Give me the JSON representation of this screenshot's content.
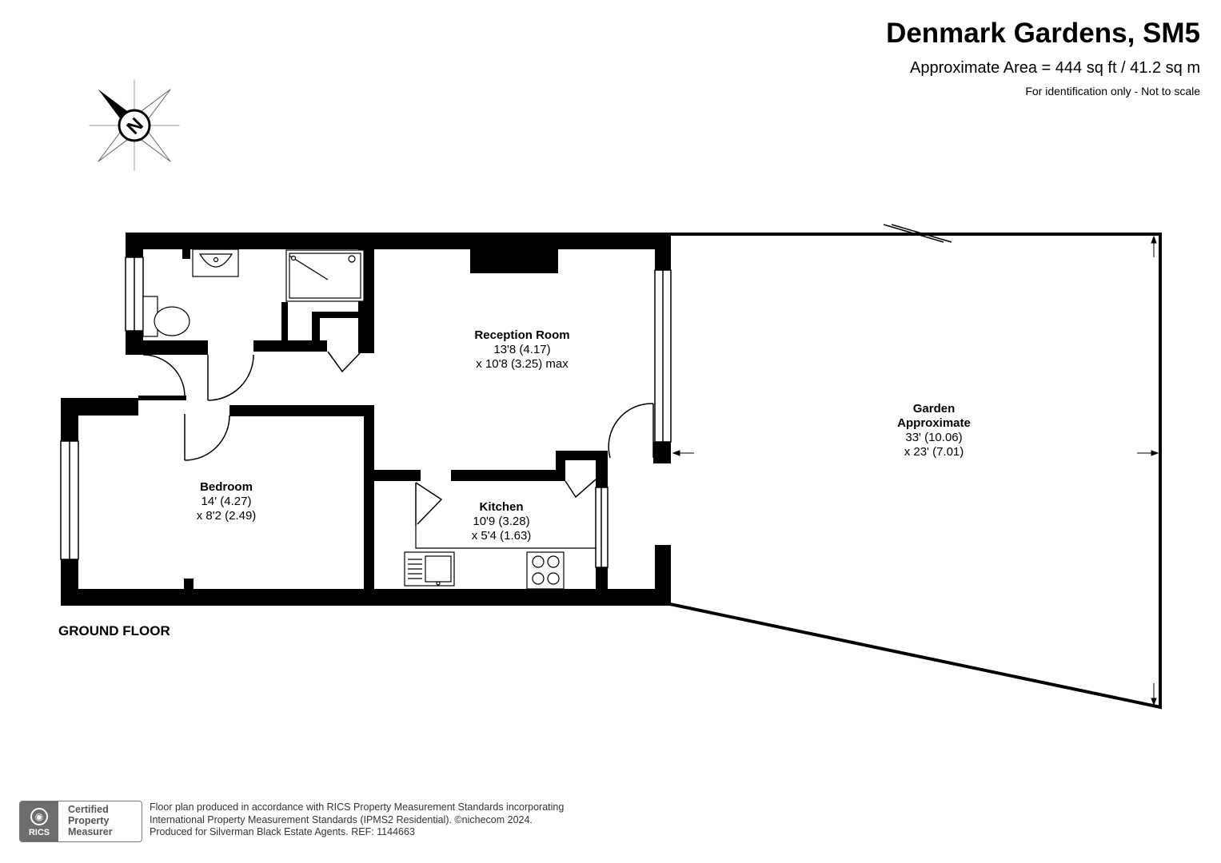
{
  "header": {
    "title": "Denmark Gardens, SM5",
    "area": "Approximate Area = 444 sq ft / 41.2 sq m",
    "note": "For identification only - Not to scale"
  },
  "floor_label": "GROUND FLOOR",
  "rooms": {
    "reception": {
      "name": "Reception Room",
      "dim1": "13'8 (4.17)",
      "dim2": "x 10'8 (3.25) max"
    },
    "garden": {
      "name": "Garden",
      "name2": "Approximate",
      "dim1": "33' (10.06)",
      "dim2": "x 23' (7.01)"
    },
    "bedroom": {
      "name": "Bedroom",
      "dim1": "14' (4.27)",
      "dim2": "x 8'2 (2.49)"
    },
    "kitchen": {
      "name": "Kitchen",
      "dim1": "10'9 (3.28)",
      "dim2": "x 5'4 (1.63)"
    }
  },
  "compass": {
    "letter": "N"
  },
  "footer": {
    "line1": "Floor plan produced in accordance with RICS Property Measurement Standards incorporating",
    "line2": "International Property Measurement Standards (IPMS2 Residential).  ©nichecom 2024.",
    "line3": "Produced for Silverman Black Estate Agents.   REF:  1144663"
  },
  "badge": {
    "logo_text": "RICS",
    "line1": "Certified",
    "line2": "Property",
    "line3": "Measurer"
  },
  "colors": {
    "wall": "#000000",
    "fixture": "#444444",
    "badge": "#6d6d6d"
  }
}
